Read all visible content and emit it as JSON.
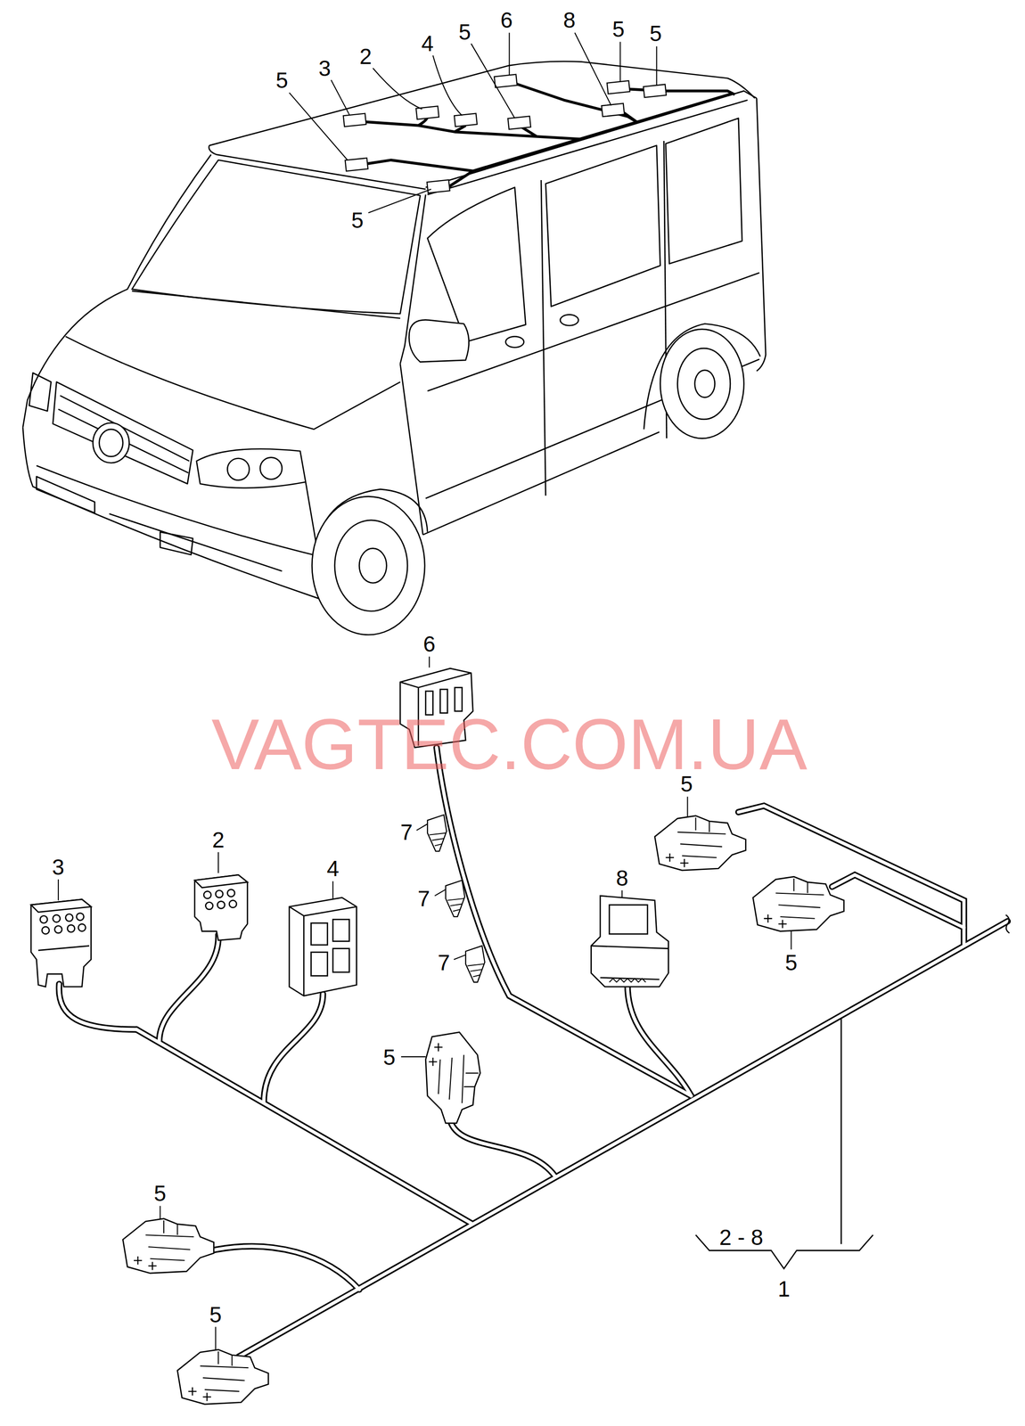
{
  "diagram": {
    "labels": [
      "5",
      "3",
      "2",
      "4",
      "5",
      "6",
      "8",
      "5",
      "5",
      "5",
      "6",
      "VAGTEC.COM.UA",
      "5",
      "2",
      "7",
      "3",
      "4",
      "8",
      "7",
      "5",
      "7",
      "5",
      "5",
      "2 - 8",
      "1",
      "5"
    ]
  }
}
